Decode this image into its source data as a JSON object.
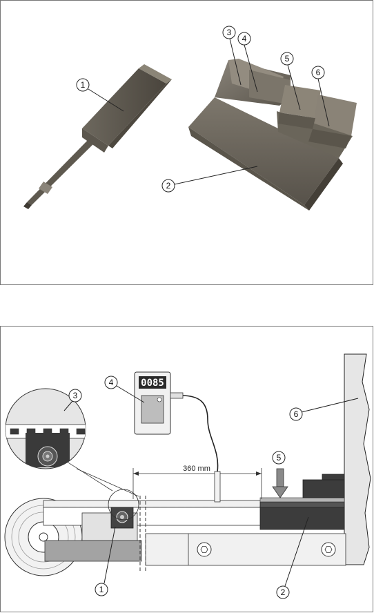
{
  "figure_top": {
    "callouts": [
      {
        "num": "1",
        "part": "gauge rod with square head"
      },
      {
        "num": "2",
        "part": "base block"
      },
      {
        "num": "3",
        "part": "step 3"
      },
      {
        "num": "4",
        "part": "step 4"
      },
      {
        "num": "5",
        "part": "step 5"
      },
      {
        "num": "6",
        "part": "step 6"
      }
    ]
  },
  "figure_bottom": {
    "callouts": [
      {
        "num": "1"
      },
      {
        "num": "2"
      },
      {
        "num": "3"
      },
      {
        "num": "4"
      },
      {
        "num": "5"
      },
      {
        "num": "6"
      }
    ],
    "dimension_label": "360 mm",
    "meter_display": "0085"
  },
  "colors": {
    "metal": "#6f6a60",
    "metal_dark": "#4a453d",
    "belt_gray": "#a0a0a0",
    "dark_block": "#3a3a3a",
    "line": "#222222"
  }
}
